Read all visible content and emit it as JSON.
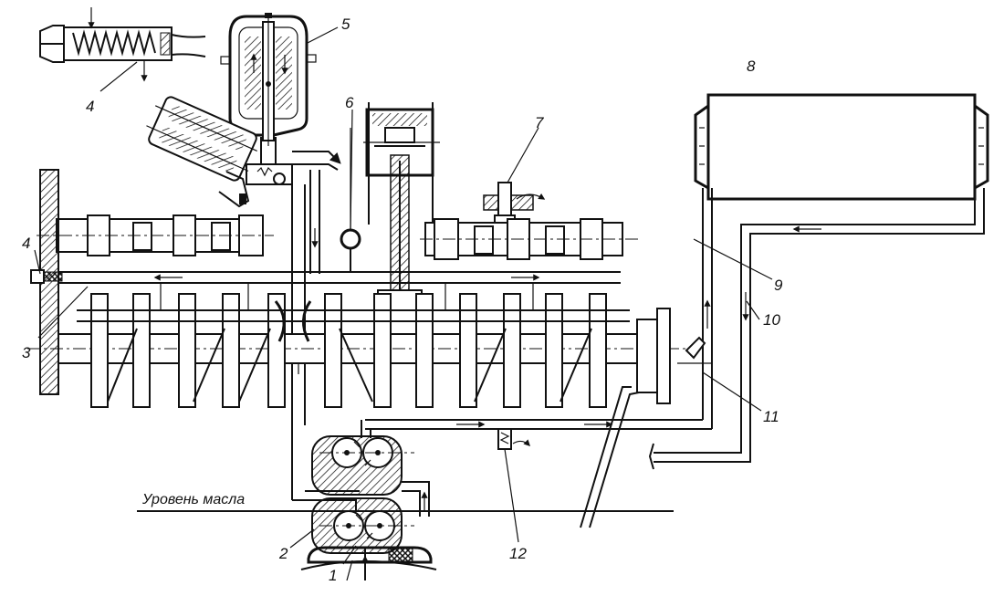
{
  "callouts": {
    "c1": "1",
    "c2": "2",
    "c3": "3",
    "c4a": "4",
    "c4b": "4",
    "c5": "5",
    "c6": "6",
    "c7": "7",
    "c8": "8",
    "c9": "9",
    "c10": "10",
    "c11": "11",
    "c12": "12"
  },
  "oil_level_label": "Уровень масла"
}
